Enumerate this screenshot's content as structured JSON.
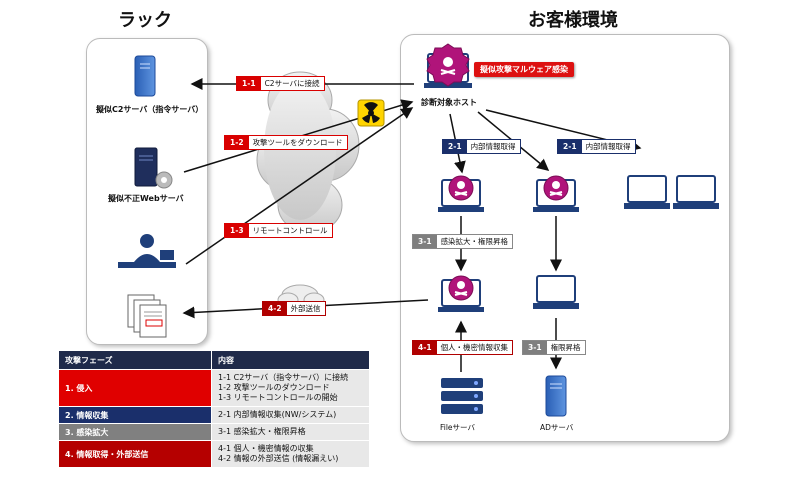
{
  "rack": {
    "title": "ラック"
  },
  "customer": {
    "title": "お客様環境"
  },
  "nodes": {
    "c2": "擬似C2サーバ（指令サーバ）",
    "web": "擬似不正Webサーバ",
    "target": "診断対象ホスト",
    "file": "Fileサーバ",
    "ad": "ADサーバ"
  },
  "malware_badge": "擬似攻撃マルウェア感染",
  "tags": {
    "t11": {
      "num": "1-1",
      "text": "C2サーバに接続"
    },
    "t12": {
      "num": "1-2",
      "text": "攻撃ツールをダウンロード"
    },
    "t13": {
      "num": "1-3",
      "text": "リモートコントロール"
    },
    "t21a": {
      "num": "2-1",
      "text": "内部情報取得"
    },
    "t21b": {
      "num": "2-1",
      "text": "内部情報取得"
    },
    "t31a": {
      "num": "3-1",
      "text": "感染拡大・権限昇格"
    },
    "t31b": {
      "num": "3-1",
      "text": "権限昇格"
    },
    "t41": {
      "num": "4-1",
      "text": "個人・機密情報収集"
    },
    "t42": {
      "num": "4-2",
      "text": "外部送信"
    }
  },
  "table": {
    "head": [
      "攻撃フェーズ",
      "内容"
    ],
    "rows": [
      {
        "phase": "1. 侵入",
        "lines": [
          "1-1 C2サーバ（指令サーバ）に接続",
          "1-2 攻撃ツールのダウンロード",
          "1-3 リモートコントロールの開始"
        ]
      },
      {
        "phase": "2. 情報収集",
        "lines": [
          "2-1 内部情報収集(NW/システム)"
        ]
      },
      {
        "phase": "3. 感染拡大",
        "lines": [
          "3-1 感染拡大・権限昇格"
        ]
      },
      {
        "phase": "4. 情報取得・外部送信",
        "lines": [
          "4-1 個人・機密情報の収集",
          "4-2 情報の外部送信 (情報漏えい)"
        ]
      }
    ]
  },
  "colors": {
    "red": "#d90000",
    "navy": "#1a2f6b",
    "gray": "#7f7f7f",
    "malware": "#b0147a"
  }
}
